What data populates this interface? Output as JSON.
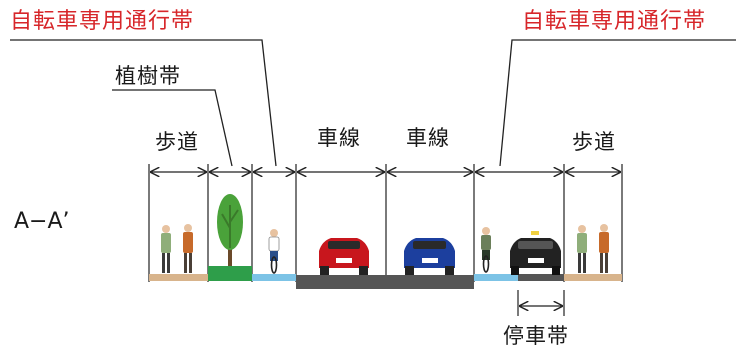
{
  "labels": {
    "bike_lane_left": "自転車専用通行帯",
    "bike_lane_right": "自転車専用通行帯",
    "planting_strip": "植樹帯",
    "sidewalk_left": "歩道",
    "lane_1": "車線",
    "lane_2": "車線",
    "sidewalk_right": "歩道",
    "parking_strip": "停車帯",
    "section": "A−A’"
  },
  "colors": {
    "label_red": "#d7262a",
    "sidewalk": "#d8b48c",
    "planting": "#2e9e4a",
    "bike_lane": "#7cc3e6",
    "roadway": "#555555",
    "car_red": "#c8161d",
    "car_blue": "#1c3f9e",
    "car_dark": "#222222"
  }
}
